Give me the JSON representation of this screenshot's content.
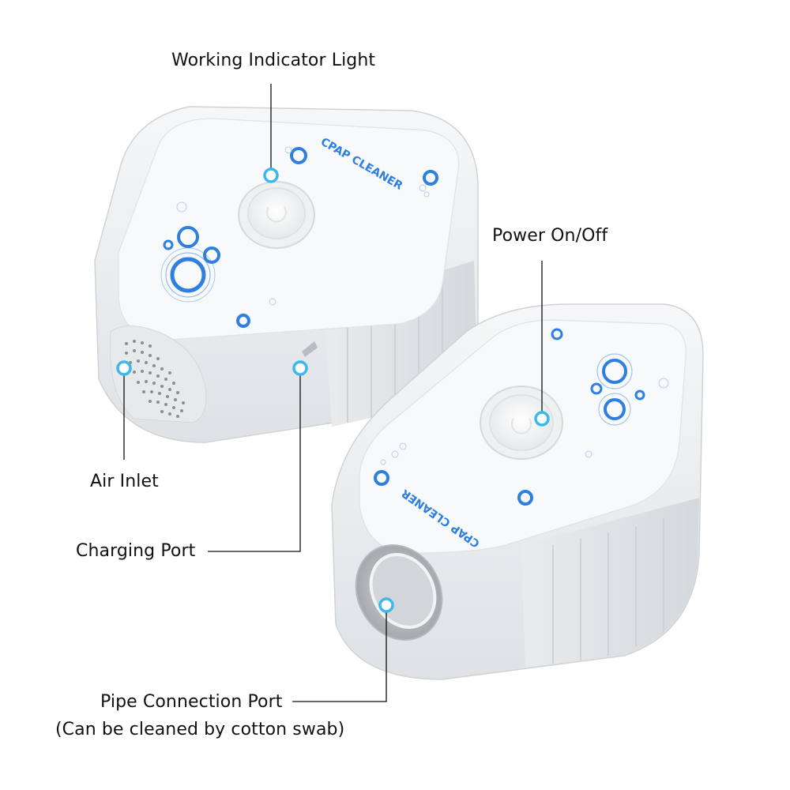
{
  "product": {
    "device_print_text": "CPAP CLEANER"
  },
  "callouts": {
    "working_indicator_light": "Working Indicator Light",
    "power_on_off": "Power On/Off",
    "air_inlet": "Air Inlet",
    "charging_port": "Charging Port",
    "pipe_connection_port": "Pipe Connection Port",
    "pipe_connection_note": "(Can be cleaned by cotton swab)"
  },
  "colors": {
    "marker": "#3bb8ec",
    "print_blue": "#2e7fe0",
    "device_body": "#eef0f2",
    "leader_line": "#111111"
  }
}
